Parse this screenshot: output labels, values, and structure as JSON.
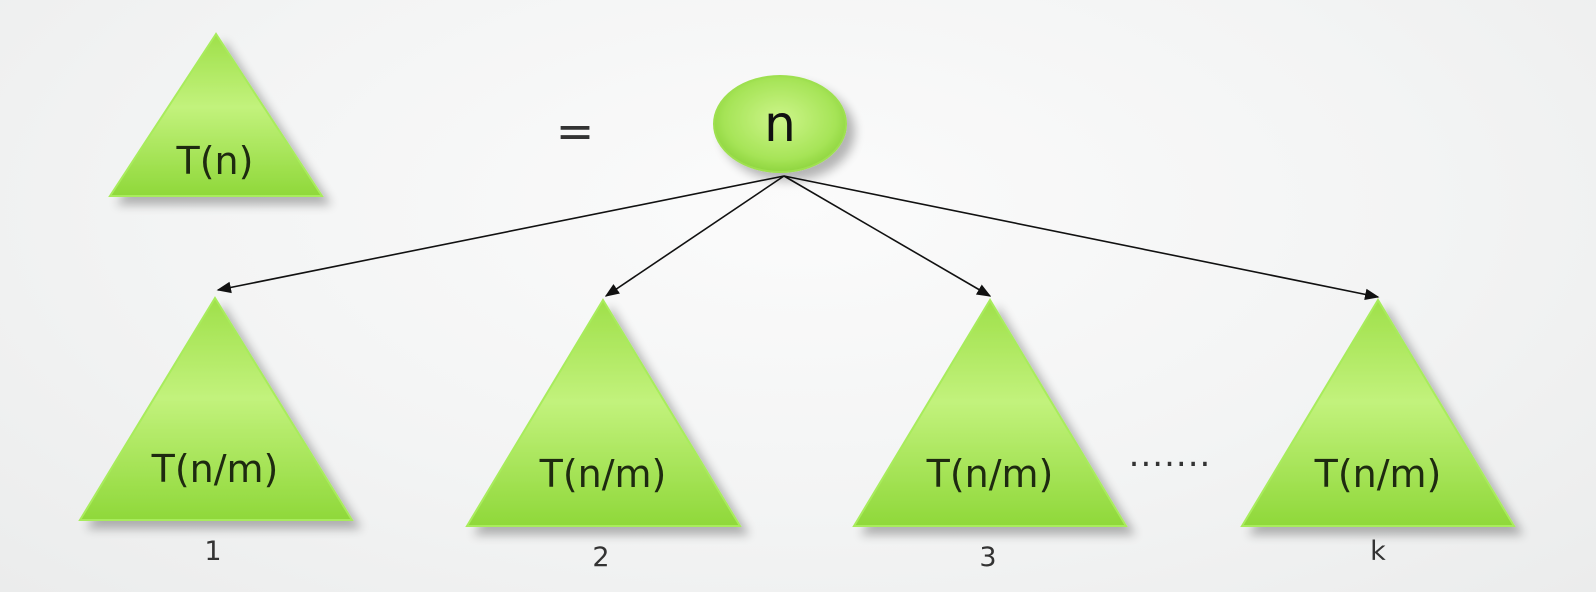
{
  "lhs": {
    "label": "T(n)"
  },
  "equals": "=",
  "root": {
    "label": "n"
  },
  "children": [
    {
      "label": "T(n/m)",
      "index": "1"
    },
    {
      "label": "T(n/m)",
      "index": "2"
    },
    {
      "label": "T(n/m)",
      "index": "3"
    },
    {
      "label": "T(n/m)",
      "index": "k"
    }
  ],
  "ellipsis": ".......",
  "colors": {
    "node_fill_light": "#c4f27a",
    "node_fill_dark": "#7fcc2e",
    "edge": "#111111"
  }
}
